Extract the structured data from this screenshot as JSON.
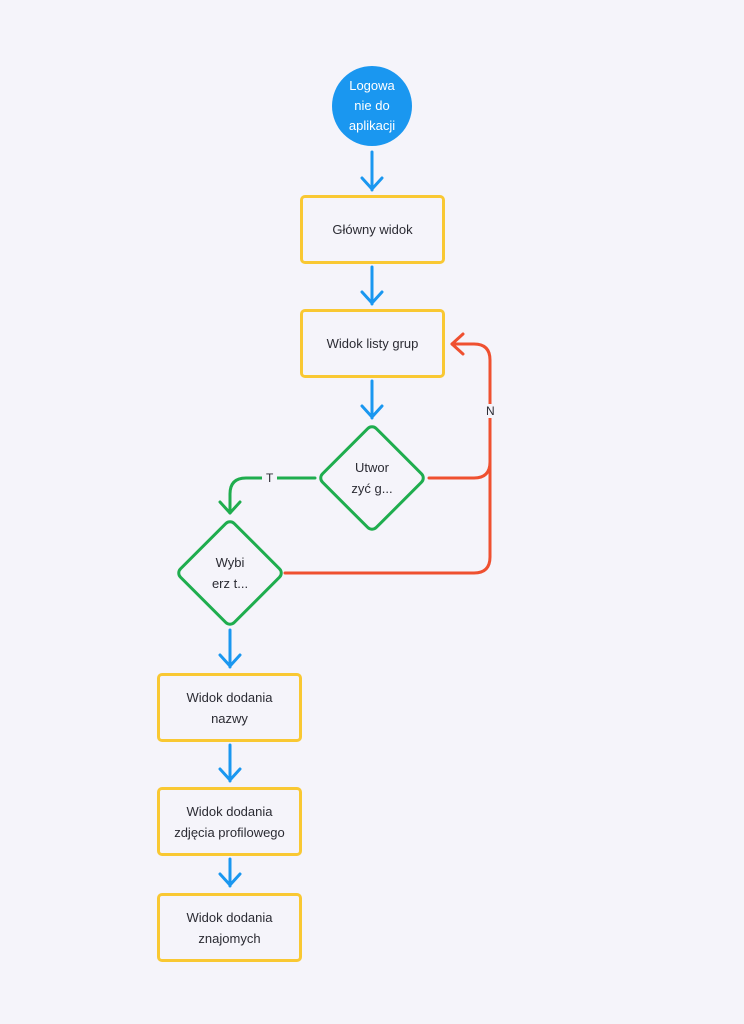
{
  "nodes": {
    "start": "Logowa\nnie do\naplikacji",
    "main_view": "Główny widok",
    "group_list": "Widok listy grup",
    "decision_create": "Utwor\nzyć g...",
    "decision_choose": "Wybi\nerz t...",
    "add_name": "Widok dodania\nnazwy",
    "add_photo": "Widok dodania\nzdjęcia profilowego",
    "add_friends": "Widok dodania\nznajomych"
  },
  "edge_labels": {
    "yes": "T",
    "no": "N"
  },
  "colors": {
    "start_fill": "#1a97f0",
    "process_border": "#f9c832",
    "decision_border": "#1fad4e",
    "flow_arrow": "#1a97f0",
    "yes_arrow": "#1fad4e",
    "no_arrow": "#ef5030"
  }
}
